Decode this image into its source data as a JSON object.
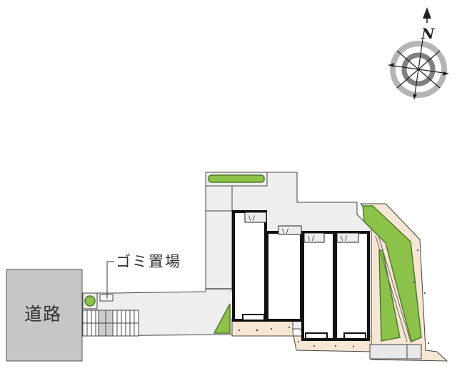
{
  "map": {
    "labels": {
      "road": "道路",
      "garbage_area": "ゴミ置場"
    },
    "compass": {
      "north_label": "N",
      "icon": "compass-rose-icon"
    },
    "colors": {
      "road": "#c6c6c6",
      "site_paving": "#eeeeee",
      "planting": "#8dc24a",
      "planting_edge": "#4e7a2a",
      "gravel": "#f7e6d4",
      "building_wall": "#111111",
      "building_interior": "#ffffff",
      "compass_ring_outer": "#b0b0b0",
      "compass_ring_inner": "#7d7d7d"
    },
    "units": [
      {
        "id": "unit-1"
      },
      {
        "id": "unit-2"
      },
      {
        "id": "unit-3"
      },
      {
        "id": "unit-4"
      }
    ]
  }
}
